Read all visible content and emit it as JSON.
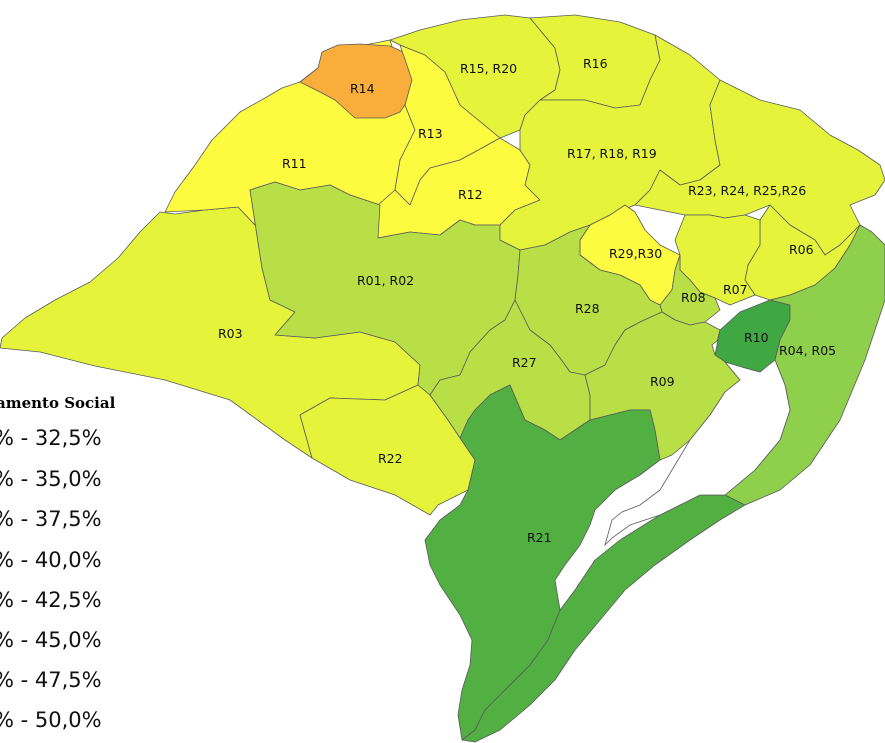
{
  "legend": {
    "title": "amento Social",
    "items": [
      {
        "label": "% - 32,5%",
        "color": "#ffaa33"
      },
      {
        "label": "% - 35,0%",
        "color": "#ffff33"
      },
      {
        "label": "% - 37,5%",
        "color": "#e8f53c"
      },
      {
        "label": "% - 40,0%",
        "color": "#d2ec46"
      },
      {
        "label": "% - 42,5%",
        "color": "#b5df48"
      },
      {
        "label": "% - 45,0%",
        "color": "#8fd049"
      },
      {
        "label": "% - 47,5%",
        "color": "#52b043"
      },
      {
        "label": "% - 50,0%",
        "color": "#3a9b3a"
      }
    ]
  },
  "regions": [
    {
      "id": "R14",
      "label": "R14",
      "color": "#f9ad3b"
    },
    {
      "id": "R11",
      "label": "R11",
      "color": "#fdfb3f"
    },
    {
      "id": "R13",
      "label": "R13",
      "color": "#fdfb3f"
    },
    {
      "id": "R12",
      "label": "R12",
      "color": "#fdfb3f"
    },
    {
      "id": "R15_R20",
      "label": "R15, R20",
      "color": "#e5f43b"
    },
    {
      "id": "R16",
      "label": "R16",
      "color": "#e5f43b"
    },
    {
      "id": "R17_R18_R19",
      "label": "R17, R18, R19",
      "color": "#e5f43b"
    },
    {
      "id": "R23_R26",
      "label": "R23, R24, R25,R26",
      "color": "#e5f43b"
    },
    {
      "id": "R06",
      "label": "R06",
      "color": "#e5f43b"
    },
    {
      "id": "R29_R30",
      "label": "R29,R30",
      "color": "#fdfb3f"
    },
    {
      "id": "R07",
      "label": "R07",
      "color": "#e5f43b"
    },
    {
      "id": "R08",
      "label": "R08",
      "color": "#b9df46"
    },
    {
      "id": "R03",
      "label": "R03",
      "color": "#e5f43b"
    },
    {
      "id": "R22",
      "label": "R22",
      "color": "#e5f43b"
    },
    {
      "id": "R01_R02",
      "label": "R01, R02",
      "color": "#b9df46"
    },
    {
      "id": "R28",
      "label": "R28",
      "color": "#b9df46"
    },
    {
      "id": "R27",
      "label": "R27",
      "color": "#b9df46"
    },
    {
      "id": "R09",
      "label": "R09",
      "color": "#b9df46"
    },
    {
      "id": "R10",
      "label": "R10",
      "color": "#3fa843"
    },
    {
      "id": "R04_R05",
      "label": "R04, R05",
      "color": "#8ecf4c"
    },
    {
      "id": "R21",
      "label": "R21",
      "color": "#52b043"
    }
  ]
}
